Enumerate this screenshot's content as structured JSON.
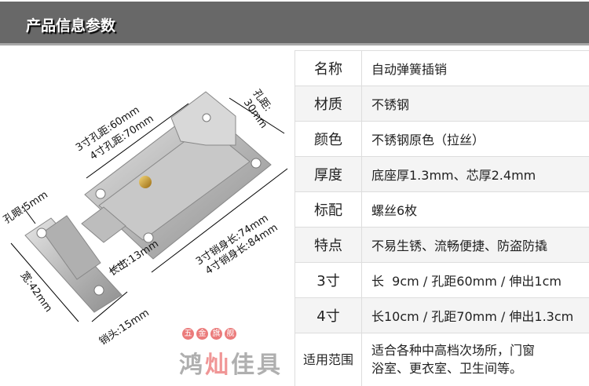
{
  "header": {
    "title": "产品信息参数"
  },
  "diagram": {
    "labels": {
      "hole_dist_3": "3寸孔距:60mm",
      "hole_dist_4": "4寸孔距:70mm",
      "hole_dist_a": "孔距:",
      "hole_dist_b": "30mm",
      "hole_eye": "孔眼:5mm",
      "width": "宽:42mm",
      "extend": "长出:13mm",
      "body_3": "3寸销身长:74mm",
      "body_4": "4寸销身长:84mm",
      "head": "销头:15mm"
    }
  },
  "watermark": {
    "brand": "鸿灿佳具",
    "tag": [
      "五",
      "金",
      "旗",
      "舰"
    ]
  },
  "specs": [
    {
      "key": "名称",
      "value": "自动弹簧插销"
    },
    {
      "key": "材质",
      "value": "不锈钢"
    },
    {
      "key": "颜色",
      "value": "不锈钢原色（拉丝）"
    },
    {
      "key": "厚度",
      "value": "底座厚1.3mm、芯厚2.4mm"
    },
    {
      "key": "标配",
      "value": "螺丝6枚"
    },
    {
      "key": "特点",
      "value": "不易生锈、流畅便捷、防盗防撬"
    },
    {
      "key": "3寸",
      "value": "长  9cm / 孔距60mm / 伸出1cm"
    },
    {
      "key": "4寸",
      "value": "长10cm / 孔距70mm / 伸出1.3cm"
    },
    {
      "key": "适用范围",
      "value_lines": [
        "适合各种中高档次场所，门窗",
        "浴室、更衣室、卫生间等。"
      ]
    }
  ]
}
